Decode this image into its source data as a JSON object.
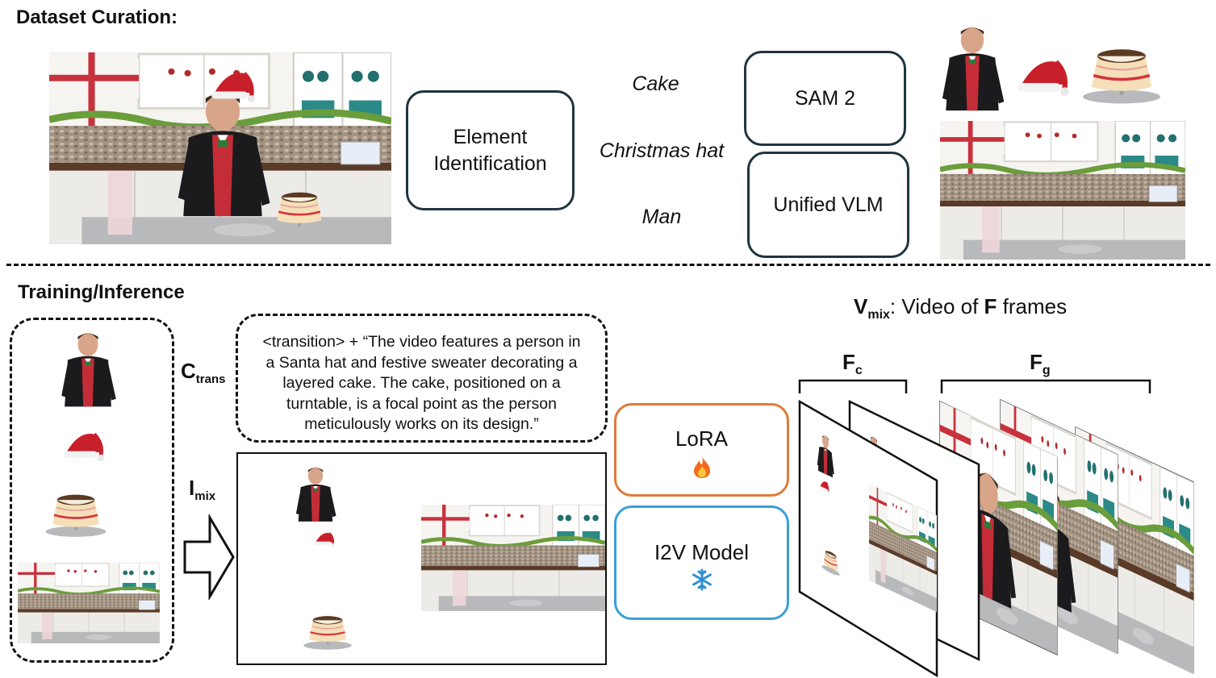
{
  "curation": {
    "heading": "Dataset Curation:",
    "element_box": {
      "line1": "Element",
      "line2": "Identification"
    },
    "elements": [
      "Cake",
      "Christmas hat",
      "Man"
    ],
    "sam_label": "SAM 2",
    "vlm_label": "Unified VLM"
  },
  "training": {
    "heading": "Training/Inference",
    "c_trans": {
      "main": "C",
      "sub": "trans"
    },
    "i_mix": {
      "main": "I",
      "sub": "mix"
    },
    "caption": [
      "<transition> + “The video features a person in",
      "a Santa hat and festive sweater decorating a",
      "layered cake. The cake, positioned on a",
      "turntable, is a focal point as the person",
      "meticulously works on its design.”"
    ],
    "lora_label": "LoRA",
    "lora_icon": "fire-icon",
    "i2v_label": "I2V Model",
    "i2v_icon": "snowflake-icon",
    "vmix": {
      "main": "V",
      "sub": "mix",
      "text": ": Video of ",
      "bold": "F",
      "tail": " frames"
    },
    "fc": {
      "main": "F",
      "sub": "c"
    },
    "fg": {
      "main": "F",
      "sub": "g"
    }
  },
  "colors": {
    "dark_box": "#1e3440",
    "lora": "#e07b39",
    "i2v": "#3a9fd6",
    "wall_red": "#c8323c"
  }
}
